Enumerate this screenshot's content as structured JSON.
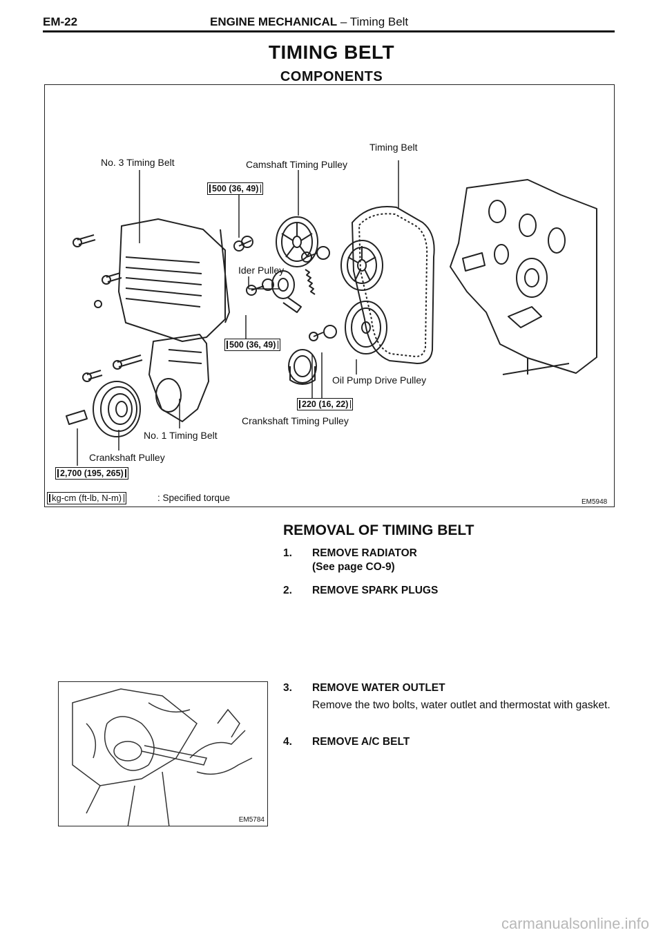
{
  "header": {
    "page_code": "EM-22",
    "section": "ENGINE MECHANICAL",
    "separator": " – ",
    "subsection": "Timing Belt"
  },
  "title": "TIMING BELT",
  "subtitle": "COMPONENTS",
  "figure": {
    "labels": {
      "timing_belt": "Timing Belt",
      "no3_timing_belt": "No. 3 Timing Belt",
      "camshaft_timing_pulley": "Camshaft Timing Pulley",
      "idler_pulley": "Ider Pulley",
      "oil_pump_drive_pulley": "Oil Pump Drive Pulley",
      "crankshaft_timing_pulley": "Crankshaft Timing Pulley",
      "no1_timing_belt": "No. 1 Timing Belt",
      "crankshaft_pulley": "Crankshaft Pulley"
    },
    "torques": {
      "camshaft_bolt": "500 (36, 49)",
      "idler_bolt": "500 (36, 49)",
      "oil_pump_bolt": "220 (16, 22)",
      "crankshaft_bolt": "2,700 (195, 265)"
    },
    "legend_units": "kg-cm (ft-lb, N-m)",
    "legend_text": ": Specified torque",
    "figure_code": "EM5948"
  },
  "removal": {
    "title": "REMOVAL OF TIMING BELT",
    "steps": [
      {
        "num": "1.",
        "title": "REMOVE RADIATOR",
        "sub": "(See page CO-9)"
      },
      {
        "num": "2.",
        "title": "REMOVE SPARK PLUGS"
      },
      {
        "num": "3.",
        "title": "REMOVE WATER OUTLET",
        "body": "Remove the two bolts, water outlet and thermostat with gasket."
      },
      {
        "num": "4.",
        "title": "REMOVE A/C BELT"
      }
    ]
  },
  "photo": {
    "figure_code": "EM5784"
  },
  "watermark": "carmanualsonline.info"
}
